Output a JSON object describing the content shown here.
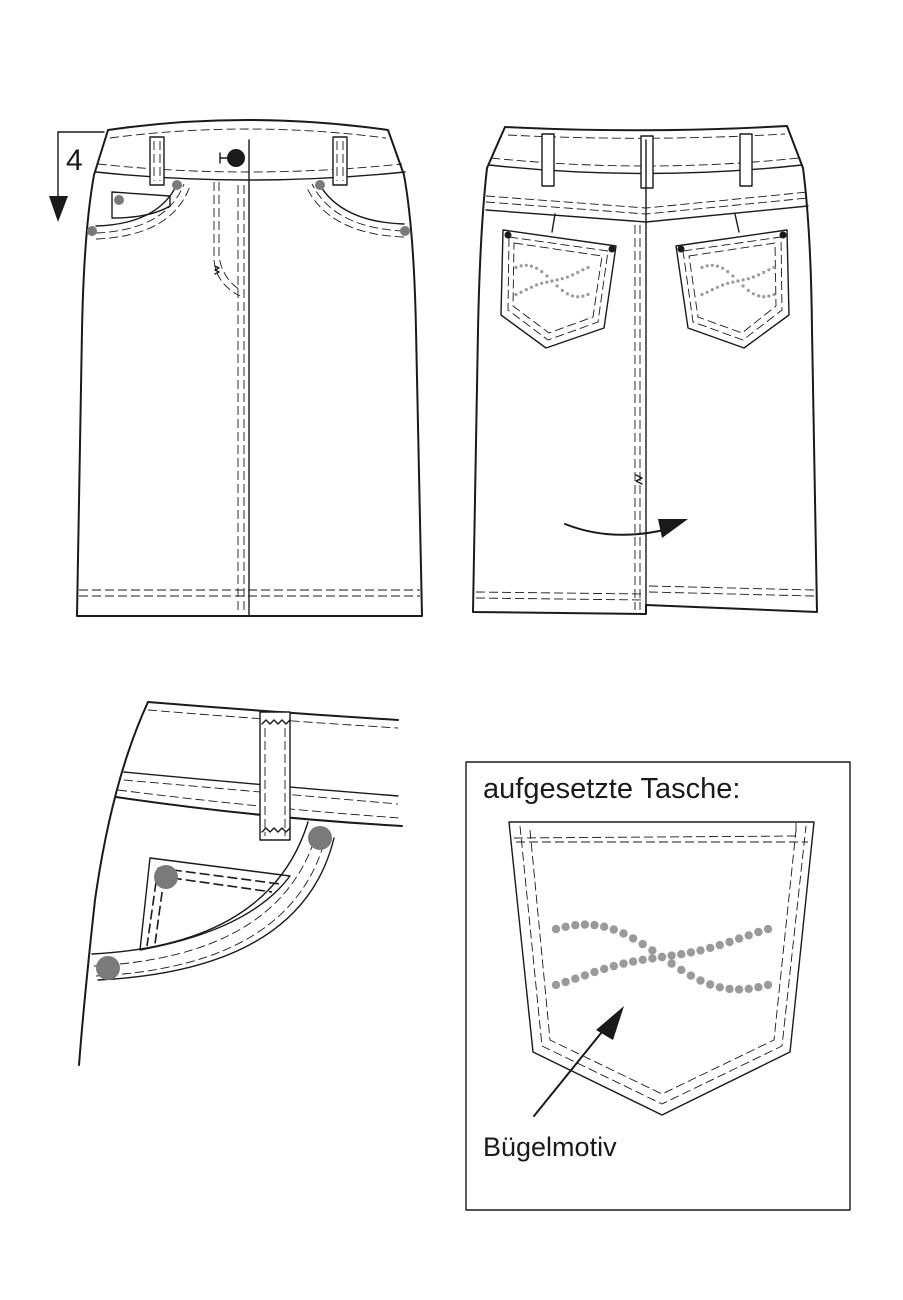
{
  "measure": {
    "value": "4"
  },
  "detail_box": {
    "title": "aufgesetzte Tasche:",
    "callout": "Bügelmotiv"
  },
  "colors": {
    "line": "#1a1a1a",
    "rivet": "#7a7a7a",
    "motif_dots": "#9a9a9a"
  }
}
